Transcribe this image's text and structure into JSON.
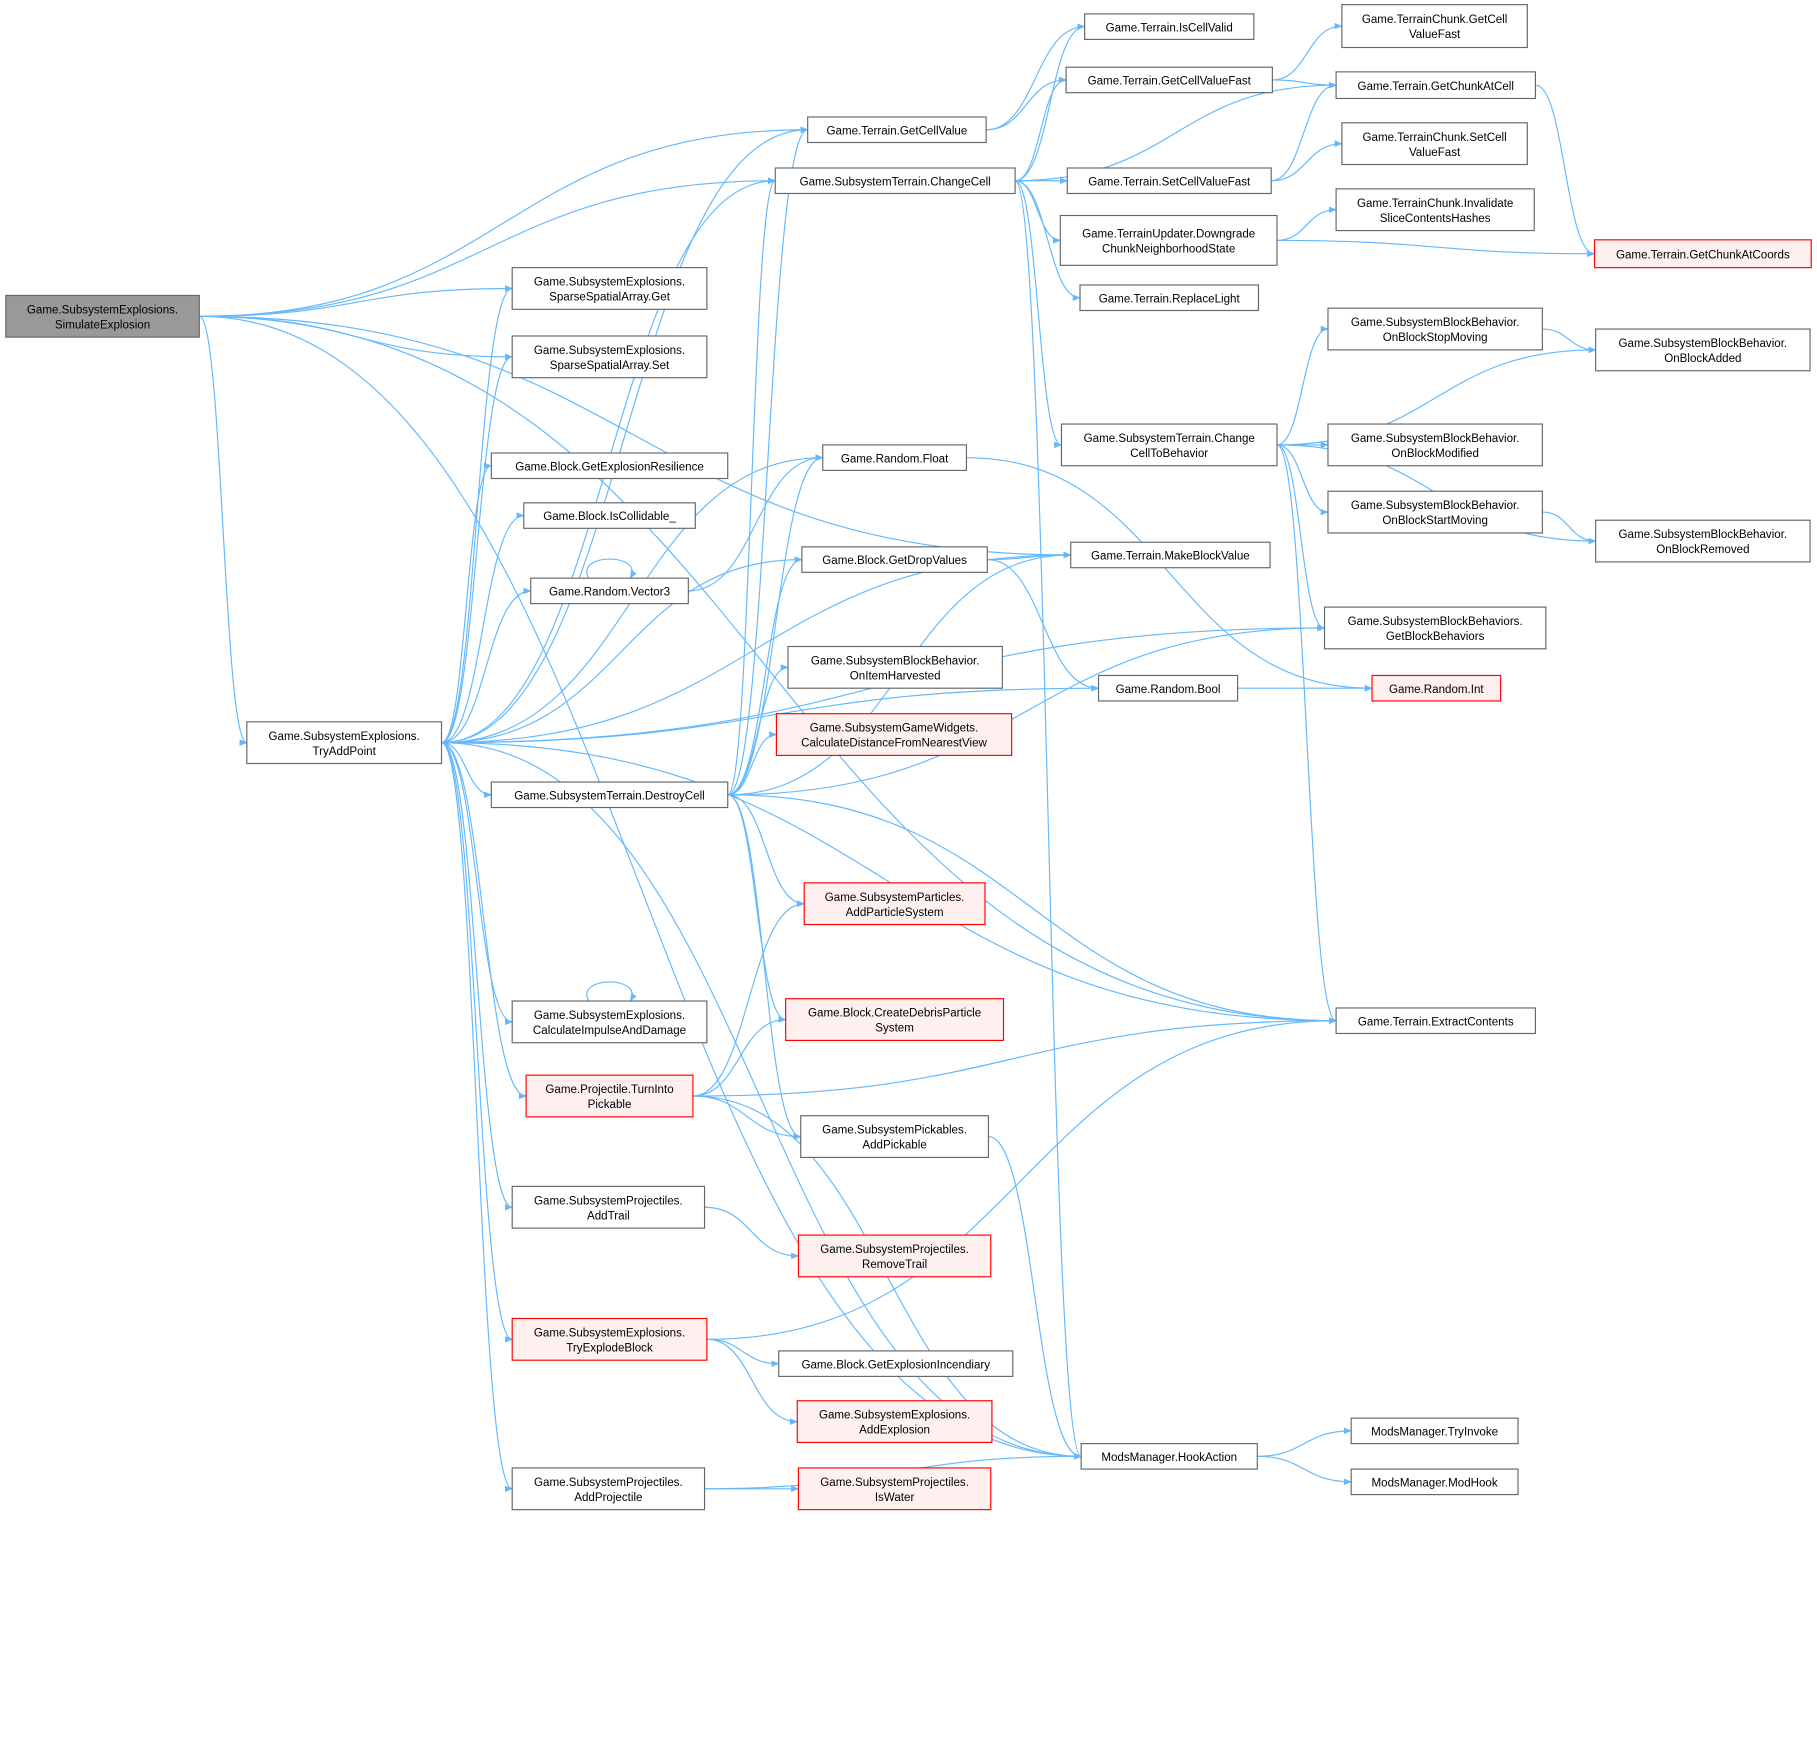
{
  "colors": {
    "edge": "#63b8ff",
    "root_fill": "#999999",
    "red_border": "#ff0000",
    "red_fill": "#fff0f0",
    "node_border": "#666666"
  },
  "nodes": [
    {
      "id": "n0",
      "lines": [
        "Game.SubsystemExplosions.",
        "SimulateExplosion"
      ],
      "style": "root"
    },
    {
      "id": "n1",
      "lines": [
        "Game.SubsystemExplosions.",
        "TryAddPoint"
      ]
    },
    {
      "id": "n2",
      "lines": [
        "Game.SubsystemExplosions.",
        "SparseSpatialArray.Get"
      ]
    },
    {
      "id": "n3",
      "lines": [
        "Game.SubsystemExplosions.",
        "SparseSpatialArray.Set"
      ]
    },
    {
      "id": "n4",
      "lines": [
        "Game.Block.GetExplosionResilience"
      ]
    },
    {
      "id": "n5",
      "lines": [
        "Game.Block.IsCollidable_"
      ]
    },
    {
      "id": "n6",
      "lines": [
        "Game.Random.Vector3"
      ]
    },
    {
      "id": "n7",
      "lines": [
        "Game.SubsystemExplosions.",
        "CalculateImpulseAndDamage"
      ]
    },
    {
      "id": "n8",
      "lines": [
        "Game.Projectile.TurnInto",
        "Pickable"
      ],
      "style": "red"
    },
    {
      "id": "n9",
      "lines": [
        "Game.SubsystemProjectiles.",
        "AddTrail"
      ]
    },
    {
      "id": "n10",
      "lines": [
        "Game.SubsystemExplosions.",
        "TryExplodeBlock"
      ],
      "style": "red"
    },
    {
      "id": "n11",
      "lines": [
        "Game.SubsystemProjectiles.",
        "AddProjectile"
      ]
    },
    {
      "id": "n12",
      "lines": [
        "Game.SubsystemTerrain.DestroyCell"
      ]
    },
    {
      "id": "n13",
      "lines": [
        "Game.Terrain.GetCellValue"
      ]
    },
    {
      "id": "n14",
      "lines": [
        "Game.SubsystemTerrain.ChangeCell"
      ]
    },
    {
      "id": "n15",
      "lines": [
        "Game.Random.Float"
      ]
    },
    {
      "id": "n16",
      "lines": [
        "Game.Block.GetDropValues"
      ]
    },
    {
      "id": "n17",
      "lines": [
        "Game.SubsystemBlockBehavior.",
        "OnItemHarvested"
      ]
    },
    {
      "id": "n18",
      "lines": [
        "Game.SubsystemGameWidgets.",
        "CalculateDistanceFromNearestView"
      ],
      "style": "red"
    },
    {
      "id": "n19",
      "lines": [
        "Game.SubsystemParticles.",
        "AddParticleSystem"
      ],
      "style": "red"
    },
    {
      "id": "n20",
      "lines": [
        "Game.Block.CreateDebrisParticle",
        "System"
      ],
      "style": "red"
    },
    {
      "id": "n21",
      "lines": [
        "Game.SubsystemPickables.",
        "AddPickable"
      ]
    },
    {
      "id": "n22",
      "lines": [
        "Game.SubsystemProjectiles.",
        "RemoveTrail"
      ],
      "style": "red"
    },
    {
      "id": "n23",
      "lines": [
        "Game.Block.GetExplosionIncendiary"
      ]
    },
    {
      "id": "n24",
      "lines": [
        "Game.SubsystemExplosions.",
        "AddExplosion"
      ],
      "style": "red"
    },
    {
      "id": "n25",
      "lines": [
        "Game.SubsystemProjectiles.",
        "IsWater"
      ],
      "style": "red"
    },
    {
      "id": "n26",
      "lines": [
        "Game.Terrain.IsCellValid"
      ]
    },
    {
      "id": "n27",
      "lines": [
        "Game.Terrain.GetCellValueFast"
      ]
    },
    {
      "id": "n28",
      "lines": [
        "Game.Terrain.SetCellValueFast"
      ]
    },
    {
      "id": "n29",
      "lines": [
        "Game.TerrainUpdater.Downgrade",
        "ChunkNeighborhoodState"
      ]
    },
    {
      "id": "n30",
      "lines": [
        "Game.Terrain.ReplaceLight"
      ]
    },
    {
      "id": "n31",
      "lines": [
        "Game.SubsystemTerrain.Change",
        "CellToBehavior"
      ]
    },
    {
      "id": "n32",
      "lines": [
        "Game.Terrain.MakeBlockValue"
      ]
    },
    {
      "id": "n33",
      "lines": [
        "Game.Random.Bool"
      ]
    },
    {
      "id": "n34",
      "lines": [
        "ModsManager.HookAction"
      ]
    },
    {
      "id": "n35",
      "lines": [
        "Game.TerrainChunk.GetCell",
        "ValueFast"
      ]
    },
    {
      "id": "n36",
      "lines": [
        "Game.Terrain.GetChunkAtCell"
      ]
    },
    {
      "id": "n37",
      "lines": [
        "Game.TerrainChunk.SetCell",
        "ValueFast"
      ]
    },
    {
      "id": "n38",
      "lines": [
        "Game.TerrainChunk.Invalidate",
        "SliceContentsHashes"
      ]
    },
    {
      "id": "n39",
      "lines": [
        "Game.Terrain.GetChunkAtCoords"
      ],
      "style": "red"
    },
    {
      "id": "n40",
      "lines": [
        "Game.SubsystemBlockBehavior.",
        "OnBlockStopMoving"
      ]
    },
    {
      "id": "n41",
      "lines": [
        "Game.SubsystemBlockBehavior.",
        "OnBlockAdded"
      ]
    },
    {
      "id": "n42",
      "lines": [
        "Game.SubsystemBlockBehavior.",
        "OnBlockModified"
      ]
    },
    {
      "id": "n43",
      "lines": [
        "Game.SubsystemBlockBehavior.",
        "OnBlockStartMoving"
      ]
    },
    {
      "id": "n44",
      "lines": [
        "Game.SubsystemBlockBehavior.",
        "OnBlockRemoved"
      ]
    },
    {
      "id": "n45",
      "lines": [
        "Game.SubsystemBlockBehaviors.",
        "GetBlockBehaviors"
      ]
    },
    {
      "id": "n46",
      "lines": [
        "Game.Random.Int"
      ],
      "style": "red"
    },
    {
      "id": "n47",
      "lines": [
        "Game.Terrain.ExtractContents"
      ]
    },
    {
      "id": "n48",
      "lines": [
        "ModsManager.TryInvoke"
      ]
    },
    {
      "id": "n49",
      "lines": [
        "ModsManager.ModHook"
      ]
    }
  ],
  "edges": [
    [
      "n0",
      "n13"
    ],
    [
      "n0",
      "n14"
    ],
    [
      "n0",
      "n2"
    ],
    [
      "n0",
      "n3"
    ],
    [
      "n0",
      "n1"
    ],
    [
      "n0",
      "n32"
    ],
    [
      "n0",
      "n47"
    ],
    [
      "n0",
      "n34"
    ],
    [
      "n1",
      "n2"
    ],
    [
      "n1",
      "n3"
    ],
    [
      "n1",
      "n4"
    ],
    [
      "n1",
      "n5"
    ],
    [
      "n1",
      "n6"
    ],
    [
      "n1",
      "n7"
    ],
    [
      "n1",
      "n8"
    ],
    [
      "n1",
      "n9"
    ],
    [
      "n1",
      "n10"
    ],
    [
      "n1",
      "n11"
    ],
    [
      "n1",
      "n12"
    ],
    [
      "n1",
      "n13"
    ],
    [
      "n1",
      "n14"
    ],
    [
      "n1",
      "n15"
    ],
    [
      "n1",
      "n16"
    ],
    [
      "n1",
      "n32"
    ],
    [
      "n1",
      "n33"
    ],
    [
      "n1",
      "n47"
    ],
    [
      "n1",
      "n34"
    ],
    [
      "n1",
      "n45"
    ],
    [
      "n12",
      "n13"
    ],
    [
      "n12",
      "n14"
    ],
    [
      "n12",
      "n15"
    ],
    [
      "n12",
      "n16"
    ],
    [
      "n12",
      "n17"
    ],
    [
      "n12",
      "n18"
    ],
    [
      "n12",
      "n19"
    ],
    [
      "n12",
      "n20"
    ],
    [
      "n12",
      "n21"
    ],
    [
      "n12",
      "n32"
    ],
    [
      "n12",
      "n45"
    ],
    [
      "n12",
      "n47"
    ],
    [
      "n14",
      "n26"
    ],
    [
      "n14",
      "n27"
    ],
    [
      "n14",
      "n28"
    ],
    [
      "n14",
      "n29"
    ],
    [
      "n14",
      "n30"
    ],
    [
      "n14",
      "n31"
    ],
    [
      "n14",
      "n36"
    ],
    [
      "n14",
      "n34"
    ],
    [
      "n13",
      "n26"
    ],
    [
      "n13",
      "n27"
    ],
    [
      "n27",
      "n35"
    ],
    [
      "n27",
      "n36"
    ],
    [
      "n28",
      "n37"
    ],
    [
      "n28",
      "n36"
    ],
    [
      "n29",
      "n38"
    ],
    [
      "n29",
      "n39"
    ],
    [
      "n36",
      "n39"
    ],
    [
      "n31",
      "n40"
    ],
    [
      "n31",
      "n41"
    ],
    [
      "n31",
      "n42"
    ],
    [
      "n31",
      "n43"
    ],
    [
      "n31",
      "n44"
    ],
    [
      "n31",
      "n45"
    ],
    [
      "n31",
      "n47"
    ],
    [
      "n40",
      "n41"
    ],
    [
      "n43",
      "n44"
    ],
    [
      "n15",
      "n46"
    ],
    [
      "n33",
      "n46"
    ],
    [
      "n16",
      "n32"
    ],
    [
      "n16",
      "n33"
    ],
    [
      "n8",
      "n19"
    ],
    [
      "n8",
      "n20"
    ],
    [
      "n8",
      "n21"
    ],
    [
      "n8",
      "n47"
    ],
    [
      "n8",
      "n34"
    ],
    [
      "n9",
      "n22"
    ],
    [
      "n10",
      "n23"
    ],
    [
      "n10",
      "n24"
    ],
    [
      "n10",
      "n47"
    ],
    [
      "n11",
      "n25"
    ],
    [
      "n11",
      "n34"
    ],
    [
      "n21",
      "n34"
    ],
    [
      "n34",
      "n48"
    ],
    [
      "n34",
      "n49"
    ],
    [
      "n6",
      "n6"
    ],
    [
      "n6",
      "n15"
    ],
    [
      "n7",
      "n7"
    ]
  ]
}
